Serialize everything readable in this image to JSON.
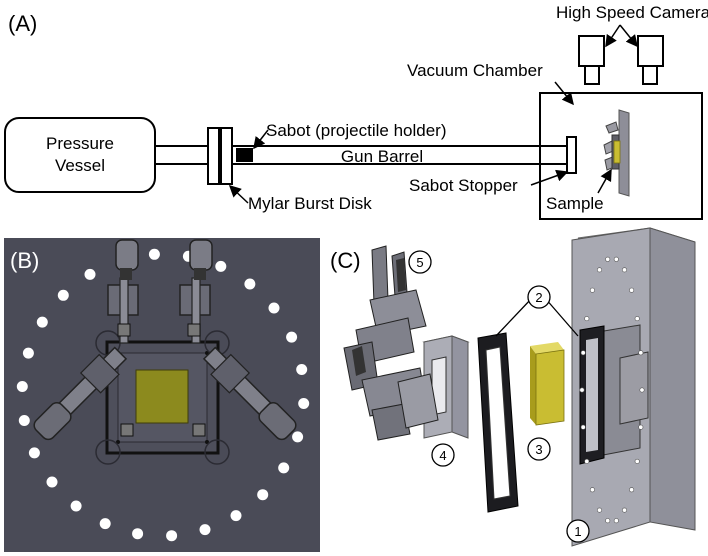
{
  "panel_a": {
    "tag": "(A)",
    "pressure_vessel_line1": "Pressure",
    "pressure_vessel_line2": "Vessel",
    "sabot_label": "Sabot (projectile holder)",
    "gun_barrel_label": "Gun Barrel",
    "burst_disk_label": "Mylar Burst Disk",
    "sabot_stopper_label": "Sabot Stopper",
    "sample_label": "Sample",
    "vacuum_chamber_label": "Vacuum Chamber",
    "cameras_label": "High Speed Cameras"
  },
  "panel_b": {
    "tag": "(B)",
    "plate_color": "#4a4b57",
    "sample_color": "#8c8a1e"
  },
  "panel_c": {
    "tag": "(C)",
    "callouts": [
      "1",
      "2",
      "3",
      "4",
      "5"
    ],
    "sample_color": "#c9bd32"
  }
}
